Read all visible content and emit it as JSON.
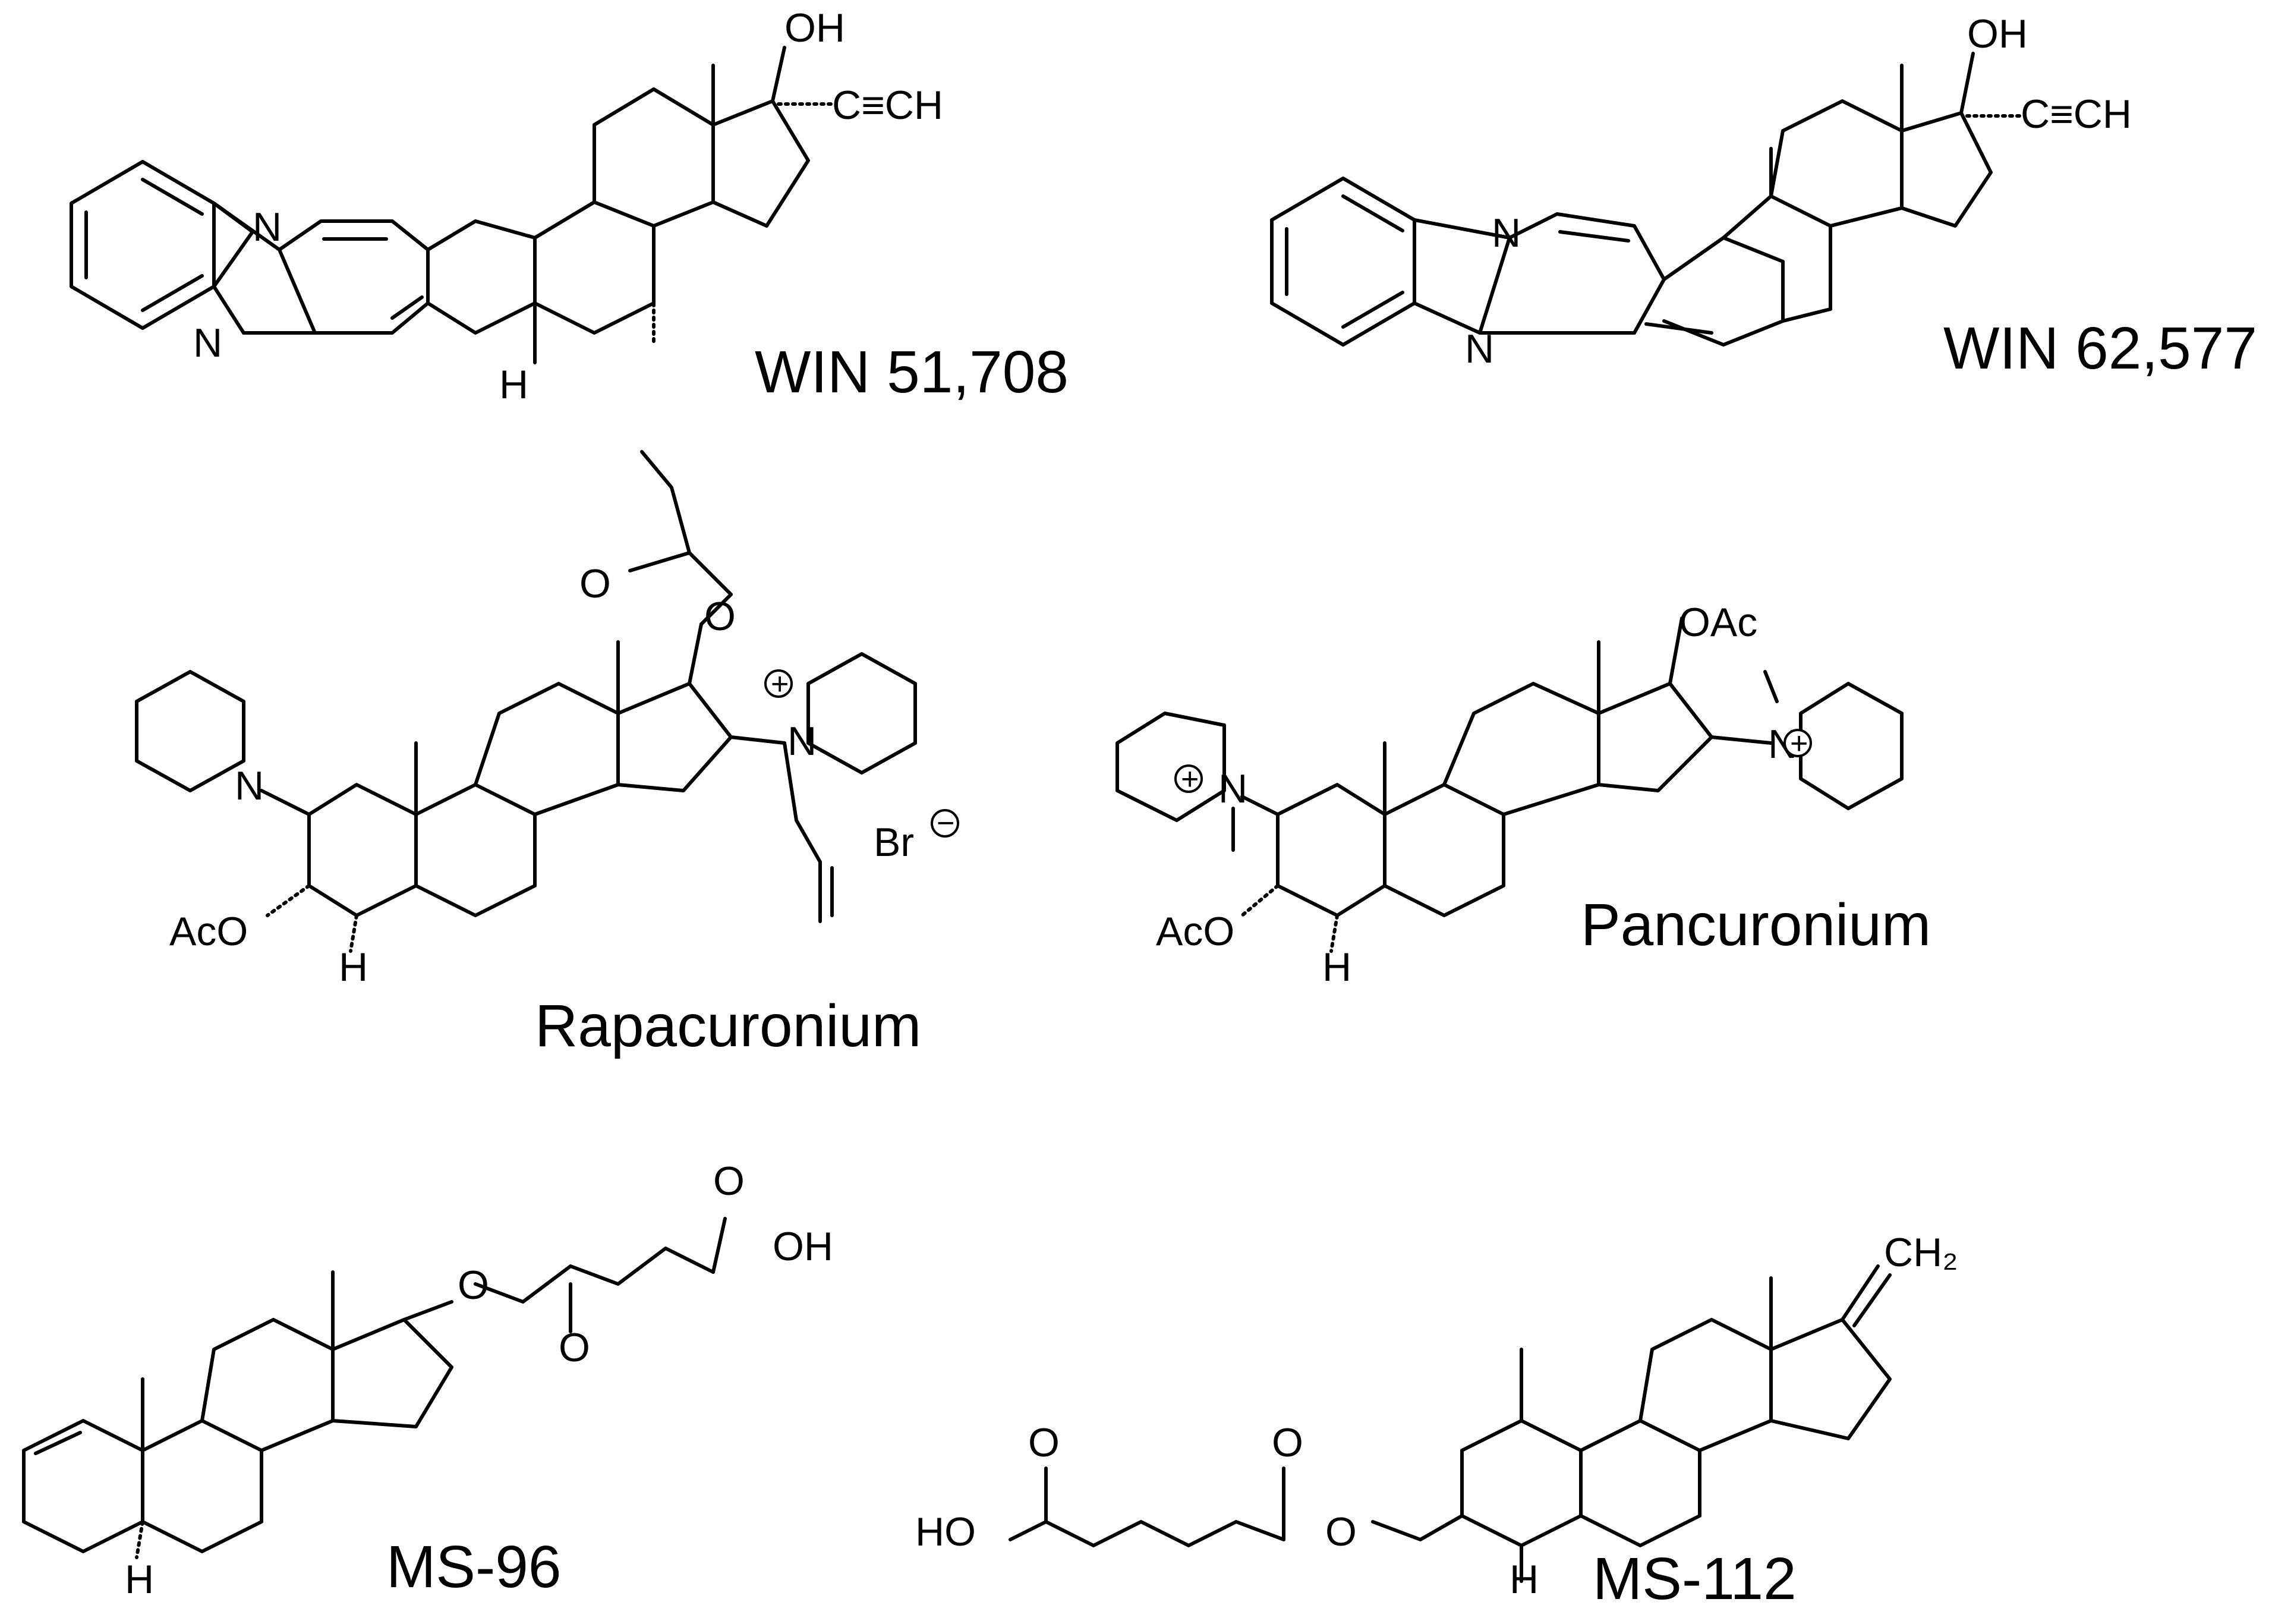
{
  "compounds": [
    {
      "id": "win51708",
      "name": "WIN 51,708"
    },
    {
      "id": "win62577",
      "name": "WIN 62,577"
    },
    {
      "id": "rapacuronium",
      "name": "Rapacuronium"
    },
    {
      "id": "pancuronium",
      "name": "Pancuronium"
    },
    {
      "id": "ms96",
      "name": "MS-96"
    },
    {
      "id": "ms112",
      "name": "MS-112"
    }
  ],
  "atoms": {
    "OH": "OH",
    "CCH": "C≡CH",
    "N": "N",
    "H": "H",
    "O": "O",
    "OAc": "OAc",
    "AcO": "AcO",
    "Br": "Br",
    "HO": "HO",
    "CH2": "CH₂",
    "plus": "+",
    "minus": "−"
  }
}
